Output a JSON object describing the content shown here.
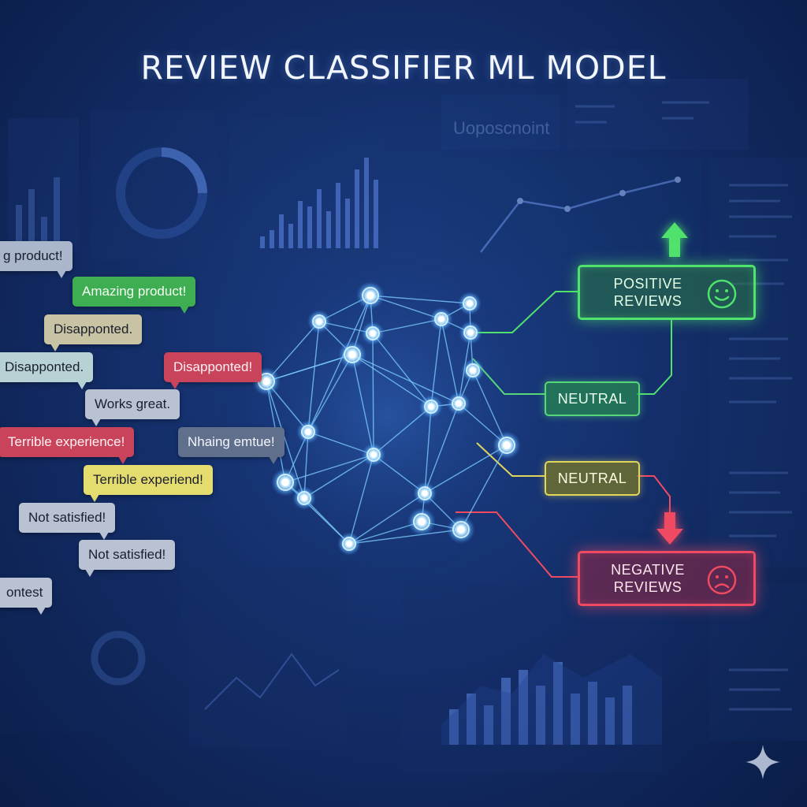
{
  "title": "REVIEW CLASSIFIER ML MODEL",
  "reviews": [
    {
      "text": "g product!",
      "style": "gray"
    },
    {
      "text": "Amazing product!",
      "style": "green"
    },
    {
      "text": "Disapponted.",
      "style": "khaki"
    },
    {
      "text": "Disapponted.",
      "style": "teal"
    },
    {
      "text": "Disapponted!",
      "style": "red"
    },
    {
      "text": "Works great.",
      "style": "gray2"
    },
    {
      "text": "Terrible experience!",
      "style": "red"
    },
    {
      "text": "Nhaing emtue!",
      "style": "slate"
    },
    {
      "text": "Terrible experiend!",
      "style": "yellow"
    },
    {
      "text": "Not satisfied!",
      "style": "gray2"
    },
    {
      "text": "Not satisfied!",
      "style": "gray2"
    },
    {
      "text": "ontest",
      "style": "gray2"
    }
  ],
  "outputs": {
    "positive": {
      "line1": "POSITIVE",
      "line2": "REVIEWS",
      "icon": "smiley-icon",
      "color": "#4fe26c"
    },
    "neutral_top": {
      "label": "NEUTRAL",
      "color": "#58d77a"
    },
    "neutral_bottom": {
      "label": "NEUTRAL",
      "color": "#e2d55b"
    },
    "negative": {
      "line1": "NEGATIVE",
      "line2": "REVIEWS",
      "icon": "sad-face-icon",
      "color": "#f04a63"
    }
  },
  "background_text": {
    "dashboard_header": "Uoposcnoint"
  },
  "icons": {
    "up_arrow": "up-arrow-icon",
    "down_arrow": "down-arrow-icon",
    "sparkle": "sparkle-icon"
  }
}
